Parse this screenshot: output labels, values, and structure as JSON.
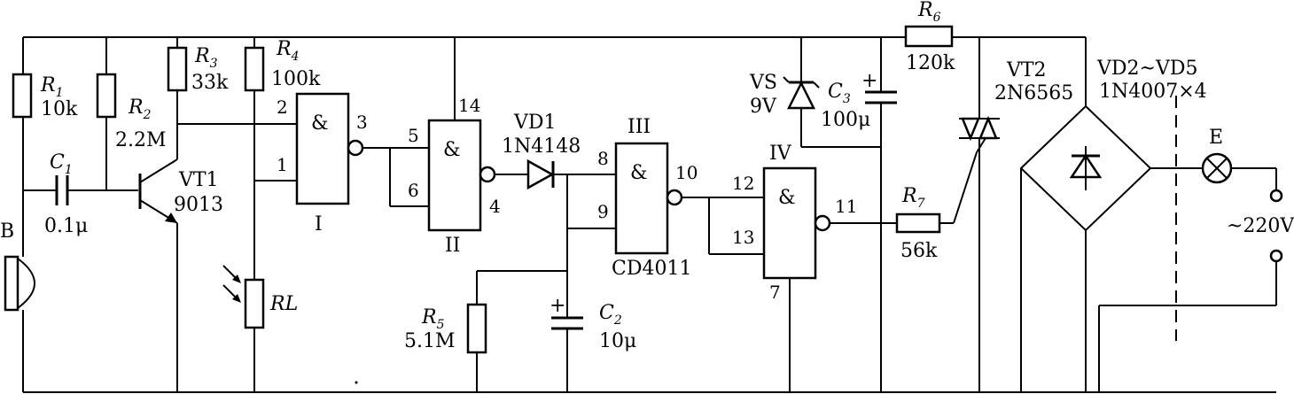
{
  "components": {
    "R1": {
      "name": "R",
      "sub": "1",
      "value": "10k"
    },
    "R2": {
      "name": "R",
      "sub": "2",
      "value": "2.2M"
    },
    "R3": {
      "name": "R",
      "sub": "3",
      "value": "33k"
    },
    "R4": {
      "name": "R",
      "sub": "4",
      "value": "100k"
    },
    "R5": {
      "name": "R",
      "sub": "5",
      "value": "5.1M"
    },
    "R6": {
      "name": "R",
      "sub": "6",
      "value": "120k"
    },
    "R7": {
      "name": "R",
      "sub": "7",
      "value": "56k"
    },
    "C1": {
      "name": "C",
      "sub": "1",
      "value": "0.1μ"
    },
    "C2": {
      "name": "C",
      "sub": "2",
      "value": "10μ"
    },
    "C3": {
      "name": "C",
      "sub": "3",
      "value": "100μ"
    },
    "VT1": {
      "name": "VT1",
      "value": "9013"
    },
    "VT2": {
      "name": "VT2",
      "value": "2N6565"
    },
    "VD1": {
      "name": "VD1",
      "value": "1N4148"
    },
    "VS": {
      "name": "VS",
      "value": "9V"
    },
    "bridge": {
      "name": "VD2~VD5",
      "value": "1N4007×4"
    },
    "B": {
      "name": "B"
    },
    "RL": {
      "name": "RL"
    },
    "E": {
      "name": "E"
    },
    "supply": "~220V",
    "ic": "CD4011"
  },
  "gates": {
    "symbol": "&",
    "I": {
      "label": "I",
      "in_a": "2",
      "in_b": "1",
      "out": "3"
    },
    "II": {
      "label": "II",
      "in_a": "5",
      "in_b": "6",
      "out": "4",
      "vdd": "14"
    },
    "III": {
      "label": "III",
      "in_a": "8",
      "in_b": "9",
      "out": "10"
    },
    "IV": {
      "label": "IV",
      "in_a": "12",
      "in_b": "13",
      "out": "11",
      "vss": "7"
    }
  },
  "plus": "+"
}
